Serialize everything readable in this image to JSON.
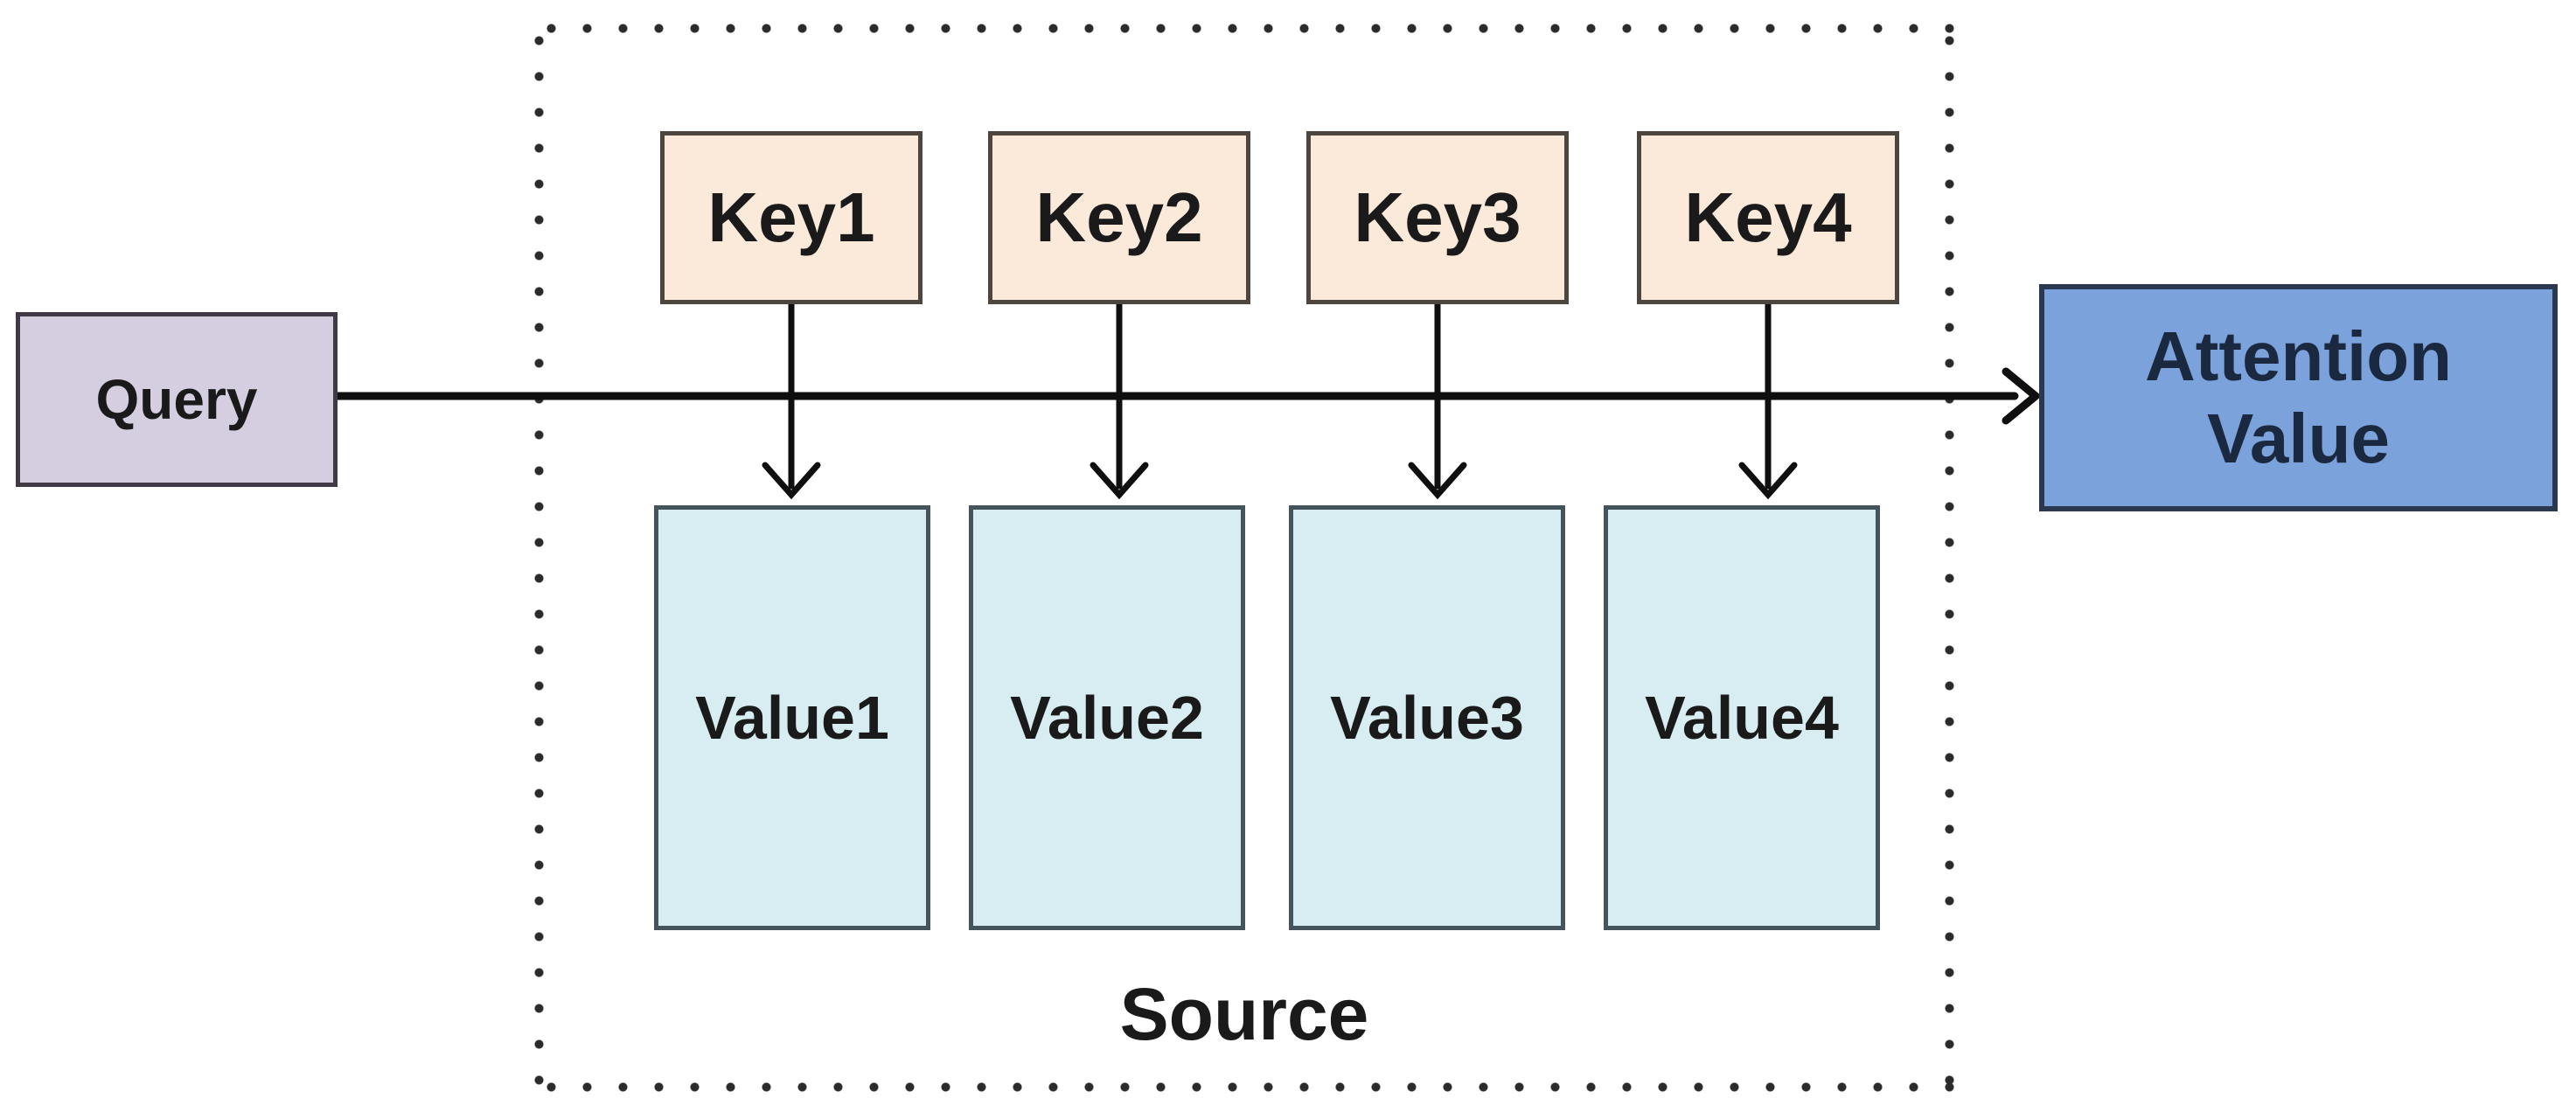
{
  "query": {
    "label": "Query"
  },
  "source": {
    "label": "Source",
    "keys": [
      "Key1",
      "Key2",
      "Key3",
      "Key4"
    ],
    "values": [
      "Value1",
      "Value2",
      "Value3",
      "Value4"
    ]
  },
  "attention": {
    "label": "Attention Value"
  },
  "colors": {
    "background": "#ffffff",
    "query_fill": "#d5cee0",
    "query_border": "#3f3a45",
    "key_fill": "#fbead9",
    "key_border": "#4d463e",
    "value_fill": "#d8edf2",
    "value_border": "#45535b",
    "attention_fill": "#7ca2dc",
    "attention_border": "#2a3950",
    "attention_text": "#1b2940",
    "arrow_color": "#0f0f0f",
    "dot_color": "#2b2b2b",
    "label_text": "#1a1a1a"
  }
}
